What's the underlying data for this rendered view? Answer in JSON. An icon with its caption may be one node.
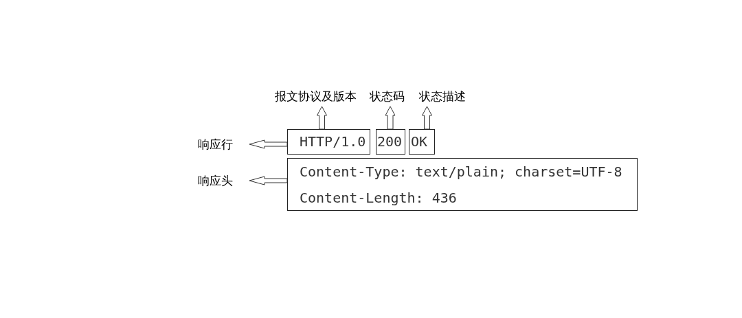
{
  "diagram": {
    "nodes": [
      {
        "text": [
          "HTTP/1.0"
        ]
      },
      {
        "text": [
          "200"
        ]
      },
      {
        "text": [
          "OK"
        ]
      },
      {
        "text": [
          "Content-Type: text/plain; charset=UTF-8",
          "Content-Length: 436"
        ]
      },
      {
        "text": [
          "报文协议及版本"
        ]
      },
      {
        "text": [
          "状态码"
        ]
      },
      {
        "text": [
          "状态描述"
        ]
      },
      {
        "text": [
          "响应行"
        ]
      },
      {
        "text": [
          "响应头"
        ]
      }
    ],
    "edges": [
      {
        "from": 0,
        "to": 4,
        "arrow": "to"
      },
      {
        "from": 1,
        "to": 5,
        "arrow": "to"
      },
      {
        "from": 2,
        "to": 6,
        "arrow": "to"
      },
      {
        "from": 0,
        "to": 7,
        "arrow": "to"
      },
      {
        "from": 3,
        "to": 8,
        "arrow": "to"
      }
    ]
  }
}
